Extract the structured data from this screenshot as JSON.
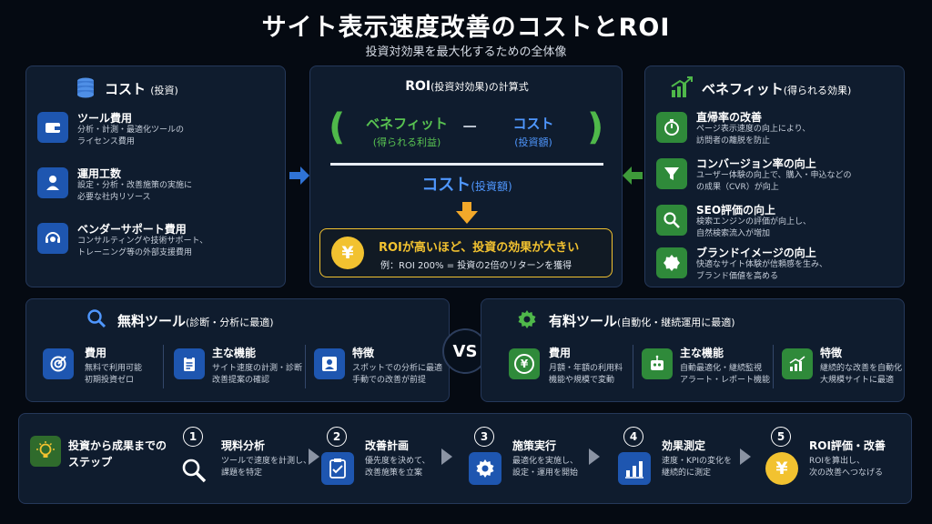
{
  "title": "サイト表示速度改善のコストとROI",
  "subtitle": "投資対効果を最大化するための全体像",
  "cost": {
    "heading": "コスト",
    "heading_sub": "(投資)",
    "items": [
      {
        "title": "ツール費用",
        "desc1": "分析・計測・最適化ツールの",
        "desc2": "ライセンス費用",
        "icon": "wallet-icon"
      },
      {
        "title": "運用工数",
        "desc1": "設定・分析・改善施策の実施に",
        "desc2": "必要な社内リソース",
        "icon": "person-icon"
      },
      {
        "title": "ベンダーサポート費用",
        "desc1": "コンサルティングや技術サポート、",
        "desc2": "トレーニング等の外部支援費用",
        "icon": "headset-icon"
      }
    ]
  },
  "roi": {
    "heading": "ROI",
    "heading_sub": "(投資対効果)の計算式",
    "benefit": "ベネフィット",
    "benefit_sub": "(得られる利益)",
    "minus": "−",
    "cost": "コスト",
    "cost_sub": "(投資額)",
    "denominator": "コスト",
    "denominator_sub": "(投資額)",
    "note_title": "ROIが高いほど、投資の効果が大きい",
    "note_example": "例：ROI 200% = 投資の2倍のリターンを獲得"
  },
  "benefit": {
    "heading": "ベネフィット",
    "heading_sub": "(得られる効果)",
    "items": [
      {
        "title": "直帰率の改善",
        "desc1": "ページ表示速度の向上により、",
        "desc2": "訪問者の離脱を防止",
        "icon": "stopwatch-icon"
      },
      {
        "title": "コンバージョン率の向上",
        "desc1": "ユーザー体験の向上で、購入・申込などの",
        "desc2": "の成果（CVR）が向上",
        "icon": "funnel-icon"
      },
      {
        "title": "SEO評価の向上",
        "desc1": "検索エンジンの評価が向上し、",
        "desc2": "自然検索流入が増加",
        "icon": "magnifier-icon"
      },
      {
        "title": "ブランドイメージの向上",
        "desc1": "快適なサイト体験が信頼感を生み、",
        "desc2": "ブランド価値を高める",
        "icon": "badge-icon"
      }
    ]
  },
  "free_tools": {
    "heading": "無料ツール",
    "heading_sub": "(診断・分析に最適)",
    "cols": [
      {
        "title": "費用",
        "desc1": "無料で利用可能",
        "desc2": "初期投資ゼロ",
        "icon": "target-icon"
      },
      {
        "title": "主な機能",
        "desc1": "サイト速度の計測・診断",
        "desc2": "改善提案の確認",
        "icon": "clipboard-icon"
      },
      {
        "title": "特徴",
        "desc1": "スポットでの分析に最適",
        "desc2": "手動での改善が前提",
        "icon": "user-icon"
      }
    ]
  },
  "vs": "VS",
  "paid_tools": {
    "heading": "有料ツール",
    "heading_sub": "(自動化・継続運用に最適)",
    "cols": [
      {
        "title": "費用",
        "desc1": "月額・年額の利用料",
        "desc2": "機能や規模で変動",
        "icon": "yen-coin-icon"
      },
      {
        "title": "主な機能",
        "desc1": "自動最適化・継続監視",
        "desc2": "アラート・レポート機能",
        "icon": "robot-icon"
      },
      {
        "title": "特徴",
        "desc1": "継続的な改善を自動化",
        "desc2": "大規模サイトに最適",
        "icon": "growth-chart-icon"
      }
    ]
  },
  "steps": {
    "intro1": "投資から成果までの",
    "intro2": "ステップ",
    "items": [
      {
        "num": "1",
        "title": "現料分析",
        "desc1": "ツールで速度を計測し、",
        "desc2": "課題を特定",
        "icon": "magnifier-icon"
      },
      {
        "num": "2",
        "title": "改善計画",
        "desc1": "優先度を決めて、",
        "desc2": "改善施策を立案",
        "icon": "checklist-icon"
      },
      {
        "num": "3",
        "title": "施策実行",
        "desc1": "最適化を実施し、",
        "desc2": "設定・運用を開始",
        "icon": "gear-icon"
      },
      {
        "num": "4",
        "title": "効果測定",
        "desc1": "速度・KPIの変化を",
        "desc2": "継続的に測定",
        "icon": "bar-chart-icon"
      },
      {
        "num": "5",
        "title": "ROI評価・改善",
        "desc1": "ROIを算出し、",
        "desc2": "次の改善へつなげる",
        "icon": "yen-coin-icon"
      }
    ]
  },
  "colors": {
    "accent_blue": "#3f8cff",
    "accent_green": "#4fb84a",
    "accent_yellow": "#f2c230",
    "panel": "#0f1c2e"
  }
}
